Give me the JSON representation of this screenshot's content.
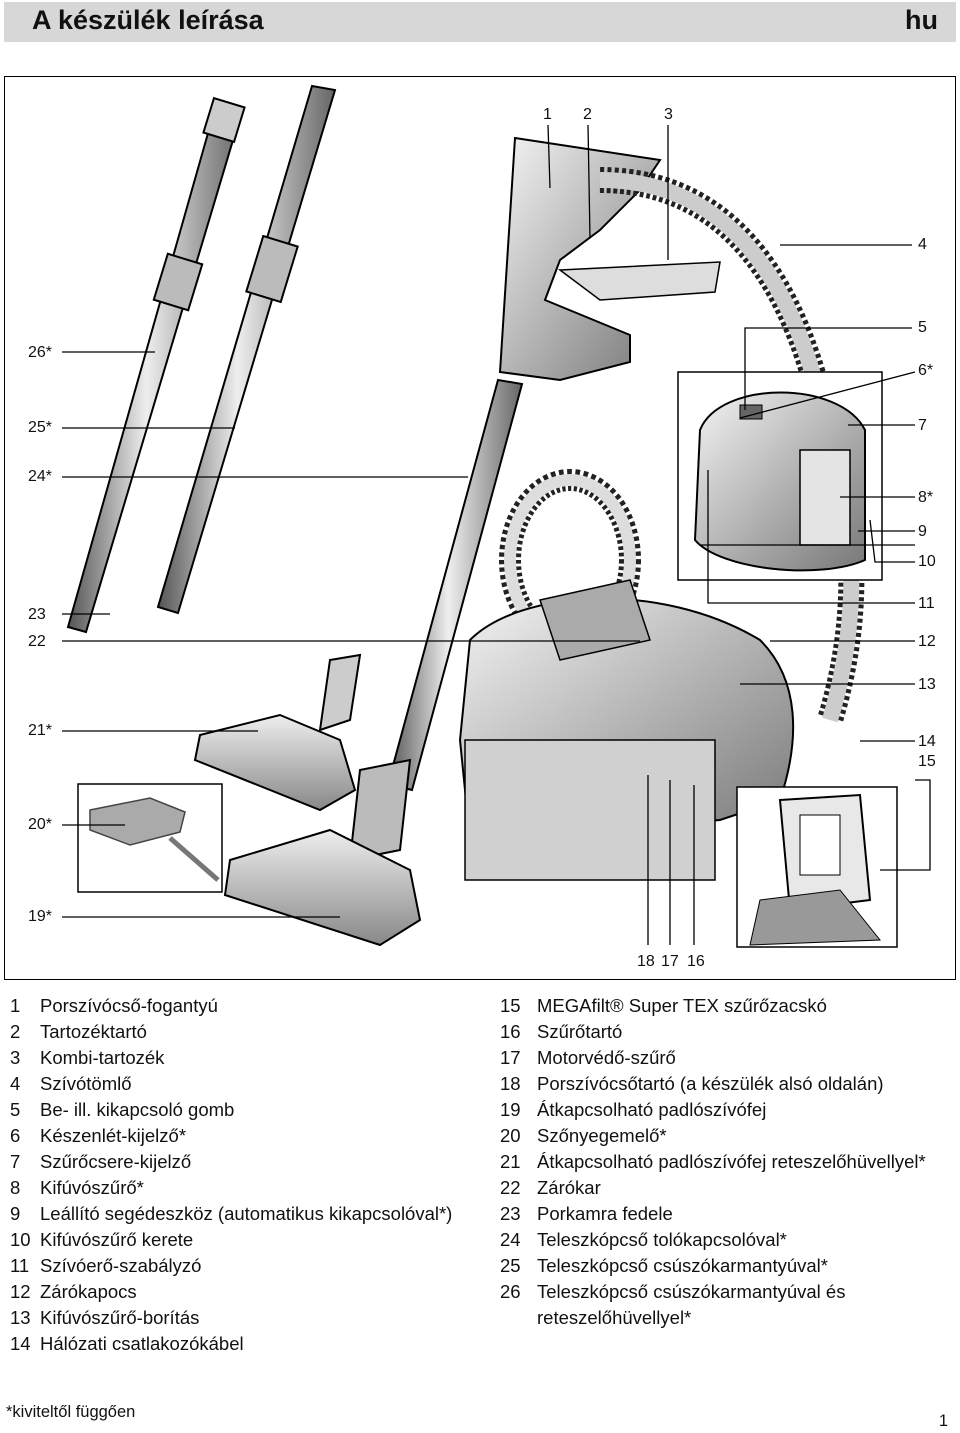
{
  "header": {
    "title": "A készülék leírása",
    "lang": "hu"
  },
  "callouts": {
    "c1": "1",
    "c2": "2",
    "c3": "3",
    "c4": "4",
    "c5": "5",
    "c6": "6*",
    "c7": "7",
    "c8": "8*",
    "c9": "9",
    "c10": "10",
    "c11": "11",
    "c12": "12",
    "c13": "13",
    "c14": "14",
    "c15": "15",
    "c16": "16",
    "c17": "17",
    "c18": "18",
    "c19": "19*",
    "c20": "20*",
    "c21": "21*",
    "c22": "22",
    "c23": "23",
    "c24": "24*",
    "c25": "25*",
    "c26": "26*"
  },
  "legend_left": [
    {
      "num": "1",
      "text": "Porszívócső-fogantyú"
    },
    {
      "num": "2",
      "text": "Tartozéktartó"
    },
    {
      "num": "3",
      "text": "Kombi-tartozék"
    },
    {
      "num": "4",
      "text": "Szívótömlő"
    },
    {
      "num": "5",
      "text": "Be- ill. kikapcsoló gomb"
    },
    {
      "num": "6",
      "text": "Készenlét-kijelző*"
    },
    {
      "num": "7",
      "text": "Szűrőcsere-kijelző"
    },
    {
      "num": "8",
      "text": "Kifúvószűrő*"
    },
    {
      "num": "9",
      "text": "Leállító segédeszköz (automatikus kikapcsolóval*)"
    },
    {
      "num": "10",
      "text": "Kifúvószűrő kerete"
    },
    {
      "num": "11",
      "text": "Szívóerő-szabályzó"
    },
    {
      "num": "12",
      "text": "Zárókapocs"
    },
    {
      "num": "13",
      "text": "Kifúvószűrő-borítás"
    },
    {
      "num": "14",
      "text": "Hálózati csatlakozókábel"
    }
  ],
  "legend_right": [
    {
      "num": "15",
      "text": "MEGAfilt® Super TEX szűrőzacskó"
    },
    {
      "num": "16",
      "text": "Szűrőtartó"
    },
    {
      "num": "17",
      "text": "Motorvédő-szűrő"
    },
    {
      "num": "18",
      "text": "Porszívócsőtartó (a készülék alsó oldalán)"
    },
    {
      "num": "19",
      "text": "Átkapcsolható padlószívófej"
    },
    {
      "num": "20",
      "text": "Szőnyegemelő*"
    },
    {
      "num": "21",
      "text": "Átkapcsolható padlószívófej reteszelőhüvellyel*"
    },
    {
      "num": "22",
      "text": "Zárókar"
    },
    {
      "num": "23",
      "text": "Porkamra fedele"
    },
    {
      "num": "24",
      "text": "Teleszkópcső tolókapcsolóval*"
    },
    {
      "num": "25",
      "text": "Teleszkópcső csúszókarmantyúval*"
    },
    {
      "num": "26",
      "text": "Teleszkópcső csúszókarmantyúval és reteszelőhüvellyel*"
    }
  ],
  "footnote": "*kiviteltől függően",
  "page_number": "1"
}
